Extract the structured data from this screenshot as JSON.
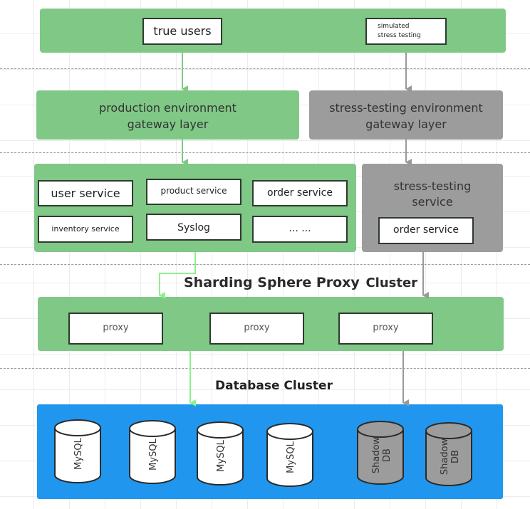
{
  "colors": {
    "production_green": "#80c886",
    "stress_gray": "#9c9c9c",
    "database_blue": "#2196ee",
    "prod_arrow": "#80c886",
    "prod_arrow_light": "#8ef08e",
    "stress_arrow": "#999999"
  },
  "users_layer": {
    "true_users": "true users",
    "simulated_stress_testing_line1": "simulated",
    "simulated_stress_testing_line2": "stress testing"
  },
  "gateway_layer": {
    "production_line1": "production environment",
    "production_line2": "gateway layer",
    "stress_line1": "stress-testing environment",
    "stress_line2": "gateway layer"
  },
  "service_layer": {
    "production_services": [
      "user service",
      "product service",
      "order service",
      "inventory service",
      "Syslog",
      "... ..."
    ],
    "stress_title_line1": "stress-testing",
    "stress_title_line2": "service",
    "stress_services": [
      "order service"
    ]
  },
  "proxy_layer": {
    "title_part1": "Sharding Sphere Proxy",
    "title_part2": "Cluster",
    "proxies": [
      "proxy",
      "proxy",
      "proxy"
    ]
  },
  "database_layer": {
    "title": "Database Cluster",
    "databases": [
      {
        "label": "MySQL",
        "type": "production"
      },
      {
        "label": "MySQL",
        "type": "production"
      },
      {
        "label": "MySQL",
        "type": "production"
      },
      {
        "label": "MySQL",
        "type": "production"
      },
      {
        "label_line1": "Shadow",
        "label_line2": "DB",
        "type": "shadow"
      },
      {
        "label_line1": "Shadow",
        "label_line2": "DB",
        "type": "shadow"
      }
    ]
  }
}
